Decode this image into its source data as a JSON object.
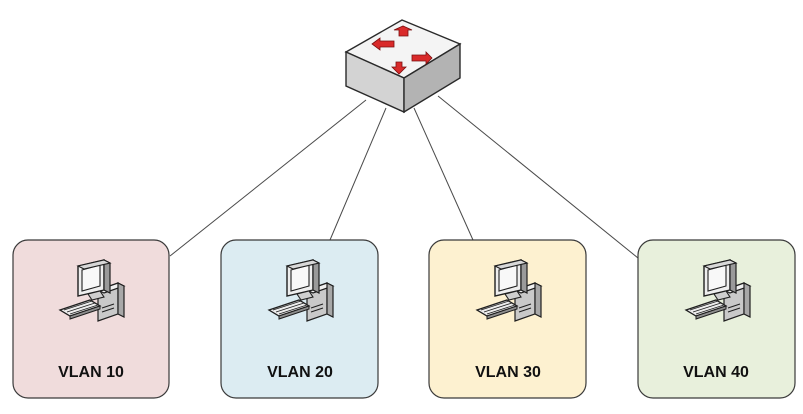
{
  "switch": {
    "icon": "switch-icon",
    "body_color": "#e4e4e4",
    "arrow_color": "#d92a2a"
  },
  "vlans": [
    {
      "label": "VLAN 10",
      "color": "#f0dcdc",
      "icon": "computer-icon"
    },
    {
      "label": "VLAN 20",
      "color": "#dcecf2",
      "icon": "computer-icon"
    },
    {
      "label": "VLAN 30",
      "color": "#fdf1d0",
      "icon": "computer-icon"
    },
    {
      "label": "VLAN 40",
      "color": "#e8f0dc",
      "icon": "computer-icon"
    }
  ],
  "links": [
    {
      "from": "switch",
      "to": "VLAN 10"
    },
    {
      "from": "switch",
      "to": "VLAN 20"
    },
    {
      "from": "switch",
      "to": "VLAN 30"
    },
    {
      "from": "switch",
      "to": "VLAN 40"
    }
  ]
}
